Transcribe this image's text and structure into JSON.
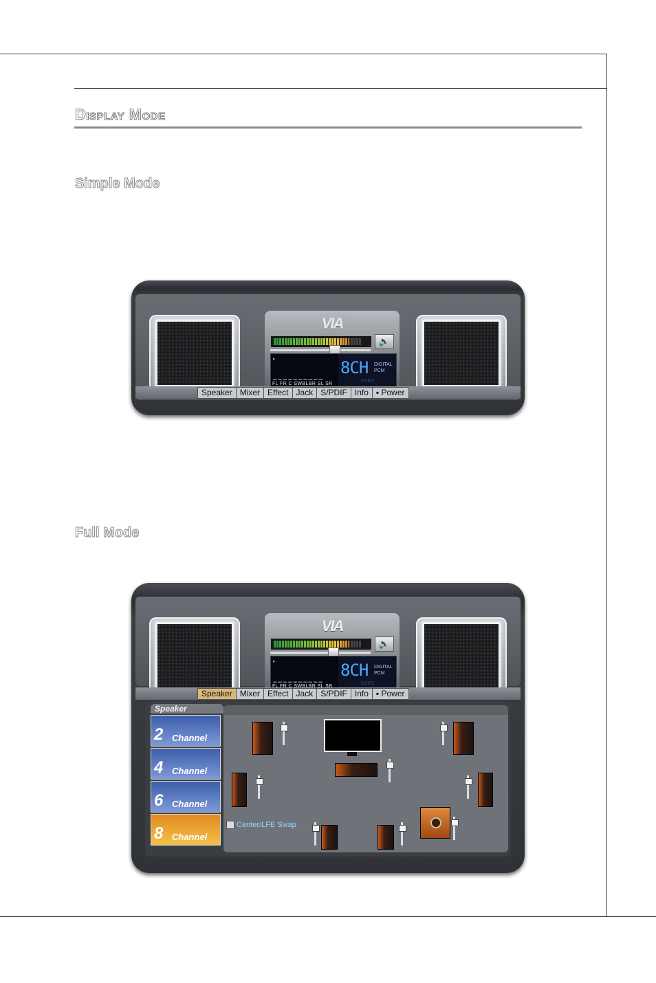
{
  "page": {
    "section_title": "Display Mode",
    "simple_mode_heading": "Simple Mode",
    "full_mode_heading": "Full Mode"
  },
  "deck": {
    "logo": "VIA",
    "mute_icon": "speaker-icon",
    "lcd_big": "8CH",
    "lcd_digital": "DIGITAL",
    "lcd_pcm": "PCM",
    "lcd_faint": "SMEQ",
    "lcd_channels": "FL FR  C SWBLBR SL SR",
    "tabs": [
      "Speaker",
      "Mixer",
      "Effect",
      "Jack",
      "S/PDIF",
      "Info",
      "Power"
    ],
    "active_tab_full": "Speaker"
  },
  "full": {
    "sidebar_title": "Speaker",
    "channels": [
      {
        "num": "2",
        "label": "Channel"
      },
      {
        "num": "4",
        "label": "Channel"
      },
      {
        "num": "6",
        "label": "Channel"
      },
      {
        "num": "8",
        "label": "Channel"
      }
    ],
    "selected_channel": "8",
    "swap_label": "Center/LFE Swap"
  }
}
